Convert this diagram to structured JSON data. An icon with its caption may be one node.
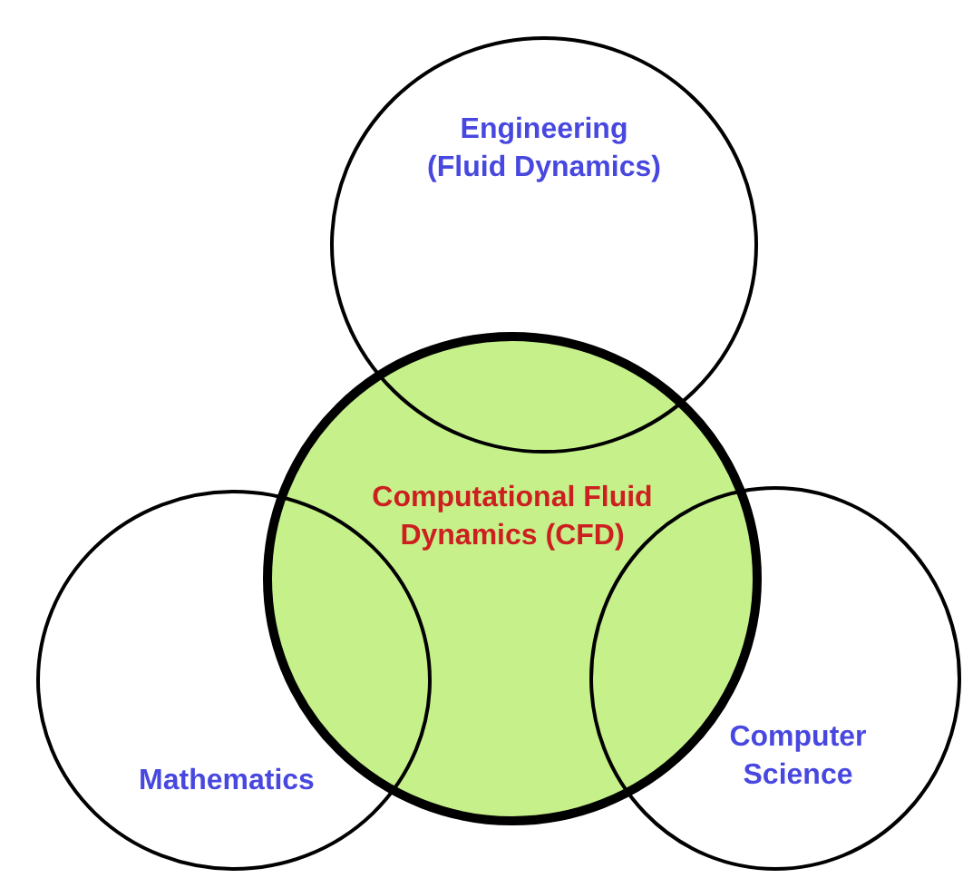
{
  "diagram": {
    "nodes": [
      {
        "text": [
          "Engineering (Fluid Dynamics)"
        ]
      },
      {
        "text": [
          "Computational Fluid Dynamics (CFD)"
        ]
      },
      {
        "text": [
          "Mathematics"
        ]
      },
      {
        "text": [
          "Computer Science"
        ]
      }
    ]
  }
}
